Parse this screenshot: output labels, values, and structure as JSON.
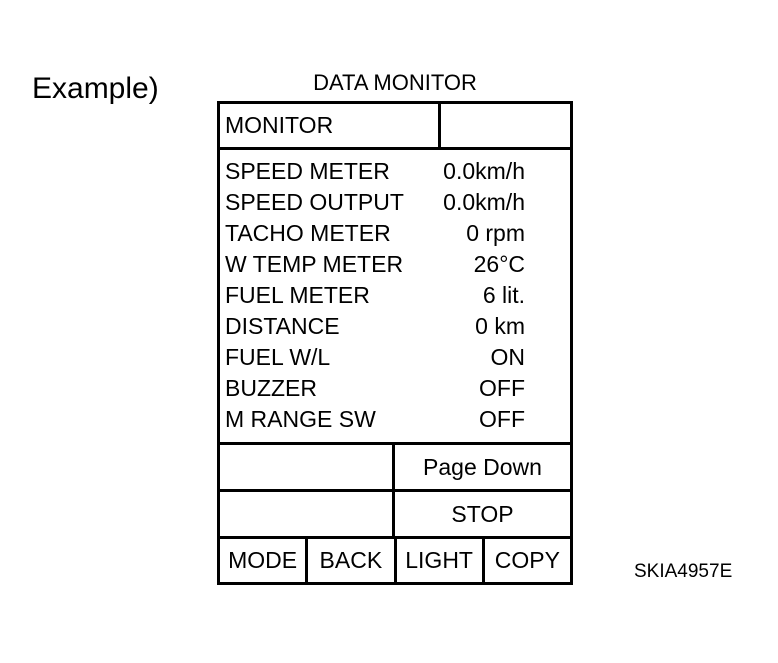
{
  "figure": {
    "example_label": "Example)",
    "code": "SKIA4957E"
  },
  "screen": {
    "title": "DATA MONITOR",
    "header": {
      "left_label": "MONITOR",
      "right_label": ""
    },
    "data_rows": [
      {
        "label": "SPEED METER",
        "value": "0.0km/h"
      },
      {
        "label": "SPEED OUTPUT",
        "value": "0.0km/h"
      },
      {
        "label": "TACHO METER",
        "value": "0 rpm"
      },
      {
        "label": "W TEMP METER",
        "value": "26°C"
      },
      {
        "label": "FUEL METER",
        "value": "6 lit."
      },
      {
        "label": "DISTANCE",
        "value": "0 km"
      },
      {
        "label": "FUEL W/L",
        "value": "ON"
      },
      {
        "label": "BUZZER",
        "value": "OFF"
      },
      {
        "label": "M RANGE SW",
        "value": "OFF"
      }
    ],
    "soft_rows": [
      {
        "left_label": "",
        "right_label": "Page Down"
      },
      {
        "left_label": "",
        "right_label": "STOP"
      }
    ],
    "buttons": [
      {
        "label": "MODE"
      },
      {
        "label": "BACK"
      },
      {
        "label": "LIGHT"
      },
      {
        "label": "COPY"
      }
    ]
  },
  "colors": {
    "ink": "#000000",
    "paper": "#ffffff"
  }
}
